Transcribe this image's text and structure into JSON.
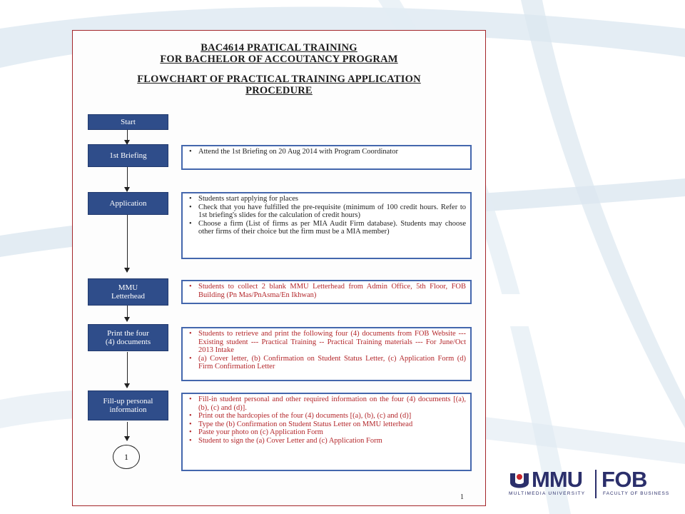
{
  "document": {
    "title_line1": "BAC4614 PRATICAL TRAINING",
    "title_line2": "FOR BACHELOR OF ACCOUTANCY PROGRAM",
    "title_line3": "FLOWCHART OF PRACTICAL TRAINING APPLICATION",
    "title_line4": "PROCEDURE",
    "page_number": "1"
  },
  "flowchart": {
    "start_label": "Start",
    "steps": [
      {
        "label_lines": [
          "1st Briefing"
        ],
        "bullets": [
          "Attend the 1st Briefing on 20 Aug 2014 with Program Coordinator"
        ]
      },
      {
        "label_lines": [
          "Application"
        ],
        "bullets": [
          "Students start applying for places",
          "Check that you have fulfilled the pre-requisite (minimum of 100 credit hours. Refer to 1st briefing's slides for the calculation of credit hours)",
          "Choose a firm (List of firms as per MIA Audit Firm database). Students may choose other firms of their choice but the firm must be a MIA member)"
        ]
      },
      {
        "label_lines": [
          "MMU",
          "Letterhead"
        ],
        "bullets": [
          "Students to collect 2 blank MMU Letterhead from Admin Office, 5th Floor, FOB Building (Pn Mas/PnAsma/En Ikhwan)"
        ]
      },
      {
        "label_lines": [
          "Print the four",
          "(4) documents"
        ],
        "bullets": [
          "Students to retrieve and print the following four (4) documents from FOB Website --- Existing student --- Practical Training -- Practical Training materials --- For June/Oct 2013 Intake",
          "(a) Cover letter, (b) Confirmation on Student Status Letter, (c) Application Form (d) Firm Confirmation Letter"
        ]
      },
      {
        "label_lines": [
          "Fill-up personal",
          "information"
        ],
        "bullets": [
          "Fill-in student personal and other required information on the four (4) documents [(a), (b), (c) and (d)].",
          "Print out the hardcopies of the four (4) documents [(a), (b), (c) and (d)]",
          "Type the (b) Confirmation on Student Status Letter on MMU letterhead",
          "Paste your photo on (c) Application Form",
          "Student to sign the (a) Cover Letter and (c) Application Form"
        ]
      }
    ],
    "connector_label": "1"
  },
  "logo": {
    "mmu_text": "MMU",
    "fob_text": "FOB",
    "mmu_sub": "MULTIMEDIA UNIVERSITY",
    "fob_sub": "FACULTY OF BUSINESS"
  }
}
